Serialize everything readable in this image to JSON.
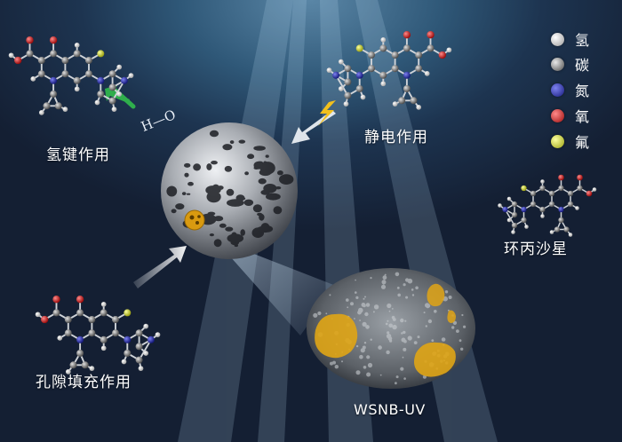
{
  "labels": {
    "hydrogen_bond": "氢键作用",
    "electrostatic": "静电作用",
    "pore_filling": "孔隙填充作用",
    "ciprofloxacin": "环丙沙星",
    "material": "WSNB-UV"
  },
  "hbond_text": {
    "h": "H",
    "dash": "—",
    "o": "O"
  },
  "legend": [
    {
      "label": "氢",
      "color": "#f2f2f2"
    },
    {
      "label": "碳",
      "color": "#9a9a9a"
    },
    {
      "label": "氮",
      "color": "#2a2fa6"
    },
    {
      "label": "氧",
      "color": "#e01b1b"
    },
    {
      "label": "氟",
      "color": "#d6de2a"
    }
  ]
}
